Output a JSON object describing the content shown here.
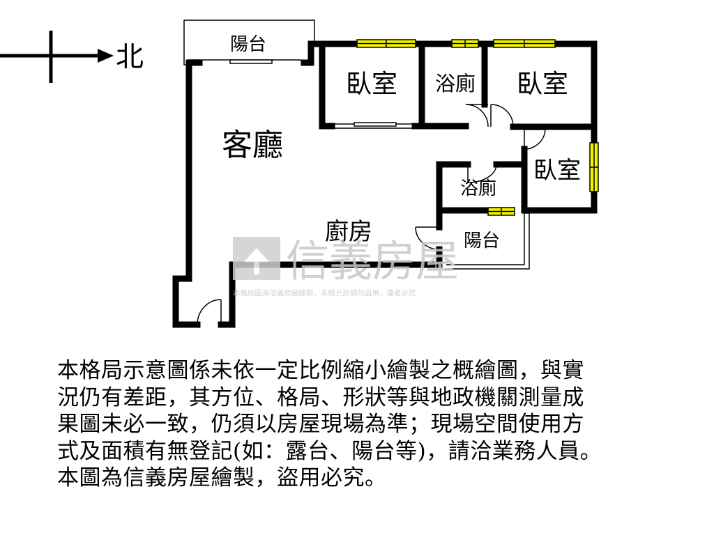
{
  "compass": {
    "north_label": "北"
  },
  "rooms": {
    "balcony_top": "陽台",
    "bedroom_1": "臥室",
    "bathroom_1": "浴廁",
    "bedroom_2": "臥室",
    "living_room": "客廳",
    "bedroom_3": "臥室",
    "bathroom_2": "浴廁",
    "kitchen": "廚房",
    "balcony_side": "陽台"
  },
  "watermark": {
    "brand": "信義房屋",
    "notice": "本格局圖為信義房屋繪製，未經允許請勿盜用，違者必究"
  },
  "disclaimer_lines": [
    "本格局示意圖係未依一定比例縮小繪製之概繪圖，與實",
    "況仍有差距，其方位、格局、形狀等與地政機關測量成",
    "果圖未必一致，仍須以房屋現場為準；現場空間使用方",
    "式及面積有無登記(如：露台、陽台等)，請洽業務人員。",
    "本圖為信義房屋繪製，盜用必究。"
  ],
  "colors": {
    "wall": "#000000",
    "window": "#f2f200",
    "watermark": "#c8c8c8"
  }
}
